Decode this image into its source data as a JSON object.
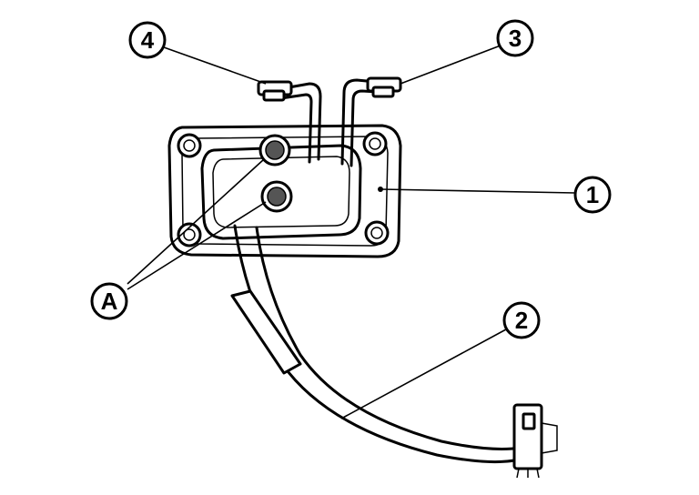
{
  "callouts": {
    "part_1": "1",
    "part_2": "2",
    "part_3": "3",
    "part_4": "4",
    "point_a": "A"
  },
  "colors": {
    "line": "#000000",
    "background": "#ffffff"
  }
}
